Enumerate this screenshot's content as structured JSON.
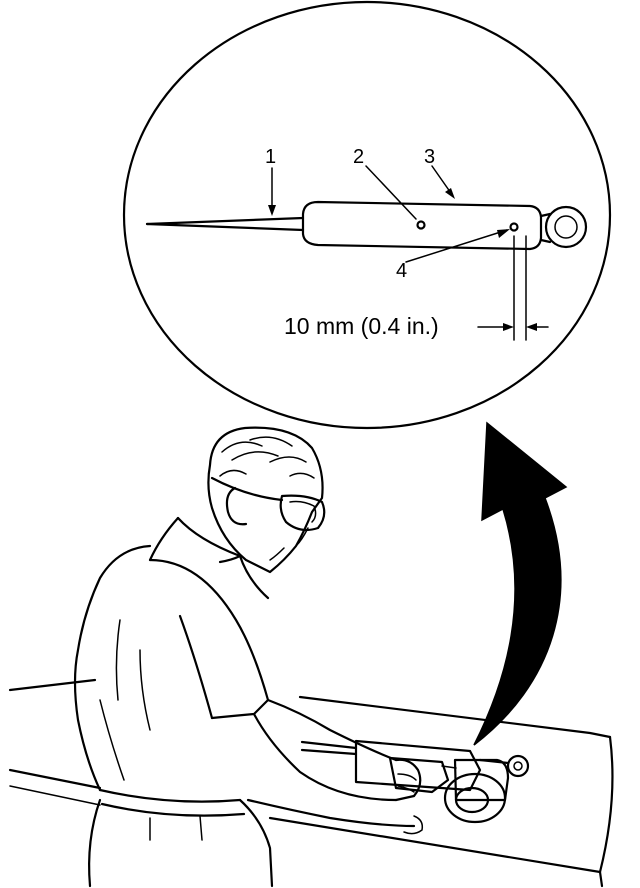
{
  "callouts": [
    {
      "id": "1",
      "text": "1"
    },
    {
      "id": "2",
      "text": "2"
    },
    {
      "id": "3",
      "text": "3"
    },
    {
      "id": "4",
      "text": "4"
    }
  ],
  "dimension": {
    "text": "10 mm (0.4 in.)"
  }
}
